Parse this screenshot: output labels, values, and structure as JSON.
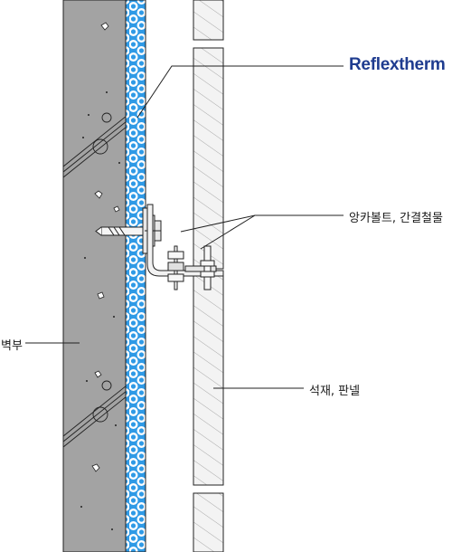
{
  "brand": {
    "name": "Reflextherm",
    "color": "#1f3c8f"
  },
  "labels": {
    "anchor": "앙카볼트, 간결철물",
    "wall": "벽부",
    "stone": "석재, 판넬"
  },
  "colors": {
    "concrete": "#a3a3a3",
    "insulation": "#2f9ae6",
    "stone_fill": "#f3f3f3",
    "line": "#222222"
  }
}
